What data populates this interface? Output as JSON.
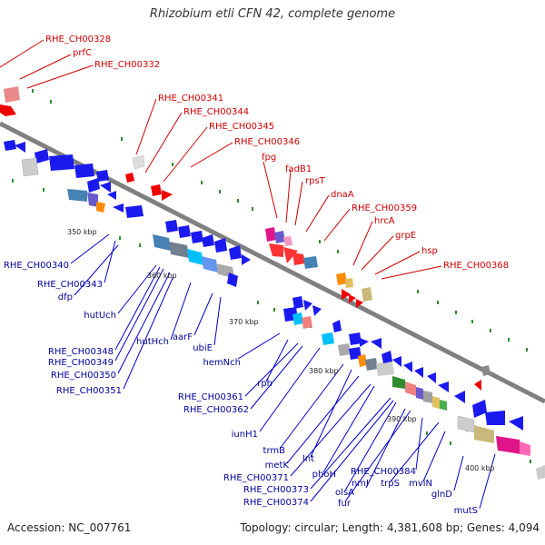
{
  "title": "Rhizobium etli CFN 42, complete genome",
  "footer": {
    "accession": "Accession: NC_007761",
    "stats": "Topology: circular; Length: 4,381,608 bp; Genes: 4,094"
  },
  "colors": {
    "backbone": "#808080",
    "red_label": "#cc0000",
    "blue_label": "#000099",
    "green_tick": "#338833"
  },
  "ticks": [
    "350 kbp",
    "360 kbp",
    "370 kbp",
    "380 kbp",
    "390 kbp",
    "400 kbp"
  ],
  "labels_top": [
    "RHE_CH00328",
    "prfC",
    "RHE_CH00332",
    "RHE_CH00341",
    "RHE_CH00344",
    "RHE_CH00345",
    "RHE_CH00346",
    "fpg",
    "fadB1",
    "rpsT",
    "dnaA",
    "RHE_CH00359",
    "hrcA",
    "grpE",
    "hsp",
    "RHE_CH00368"
  ],
  "labels_bottom": [
    "RHE_CH00340",
    "RHE_CH00343",
    "dfp",
    "hutUch",
    "RHE_CH00348",
    "RHE_CH00349",
    "RHE_CH00350",
    "RHE_CH00351",
    "hutHch",
    "aarF",
    "ubiE",
    "hemNch",
    "rph",
    "RHE_CH00361",
    "RHE_CH00362",
    "iunH1",
    "trmB",
    "lnt",
    "metK",
    "RHE_CH00371",
    "phoH",
    "RHE_CH00373",
    "RHE_CH00374",
    "olsA",
    "nmI",
    "fur",
    "RHE_CH00384",
    "trpS",
    "mviN",
    "glnD",
    "mutS"
  ]
}
